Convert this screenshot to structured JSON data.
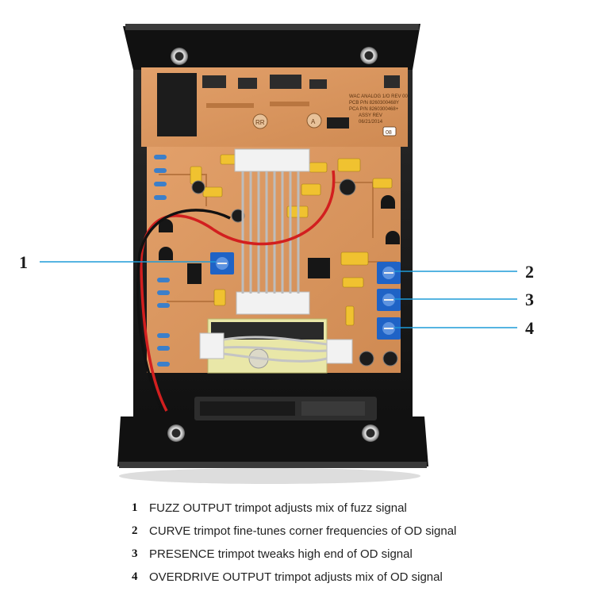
{
  "pcb_print": {
    "line1": "WAC ANALOG 1/O REV 00",
    "line2": "PCB P/N 8260300468Y",
    "line3": "PCA P/N 8260300468+",
    "line4": "ASSY REV",
    "line5": "06/21/2014",
    "badge": "08",
    "mark_rr": "RR",
    "mark_a": "A"
  },
  "callouts": [
    {
      "number": "1",
      "text": "FUZZ OUTPUT trimpot adjusts mix of fuzz signal"
    },
    {
      "number": "2",
      "text": "CURVE trimpot fine-tunes corner frequencies of OD signal"
    },
    {
      "number": "3",
      "text": "PRESENCE trimpot tweaks high end of OD signal"
    },
    {
      "number": "4",
      "text": "OVERDRIVE OUTPUT trimpot adjusts mix of OD signal"
    }
  ],
  "colors": {
    "callout_line": "#1e9bd7",
    "trimpot_blue": "#1f63c6",
    "pcb_orange": "#d9955c",
    "enclosure_black": "#1b1b1b"
  }
}
